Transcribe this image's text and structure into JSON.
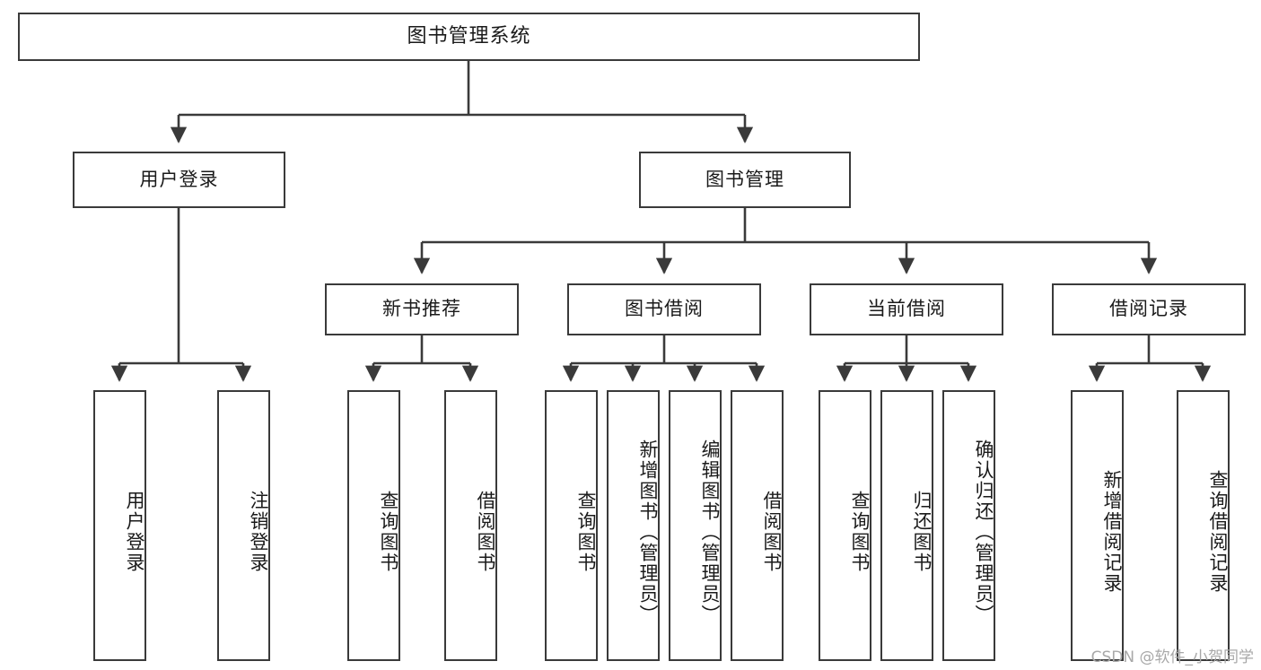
{
  "diagram": {
    "title": "图书管理系统",
    "watermark": "CSDN @软件_小贺同学",
    "colors": {
      "stroke": "#3a3a3a",
      "fill": "#ffffff",
      "text": "#1a1a1a",
      "watermark": "#a8a8a8"
    },
    "root": {
      "label": "图书管理系统"
    },
    "level2": [
      {
        "label": "用户登录"
      },
      {
        "label": "图书管理"
      }
    ],
    "level3": [
      {
        "label": "新书推荐"
      },
      {
        "label": "图书借阅"
      },
      {
        "label": "当前借阅"
      },
      {
        "label": "借阅记录"
      }
    ],
    "leaves": {
      "user_login": [
        {
          "label": "用户登录"
        },
        {
          "label": "注销登录"
        }
      ],
      "new_book": [
        {
          "label": "查询图书"
        },
        {
          "label": "借阅图书"
        }
      ],
      "book_borrow": [
        {
          "label": "查询图书"
        },
        {
          "label": "新增图书（管理员）"
        },
        {
          "label": "编辑图书（管理员）"
        },
        {
          "label": "借阅图书"
        }
      ],
      "current_borrow": [
        {
          "label": "查询图书"
        },
        {
          "label": "归还图书"
        },
        {
          "label": "确认归还（管理员）"
        }
      ],
      "borrow_record": [
        {
          "label": "新增借阅记录"
        },
        {
          "label": "查询借阅记录"
        }
      ]
    }
  }
}
